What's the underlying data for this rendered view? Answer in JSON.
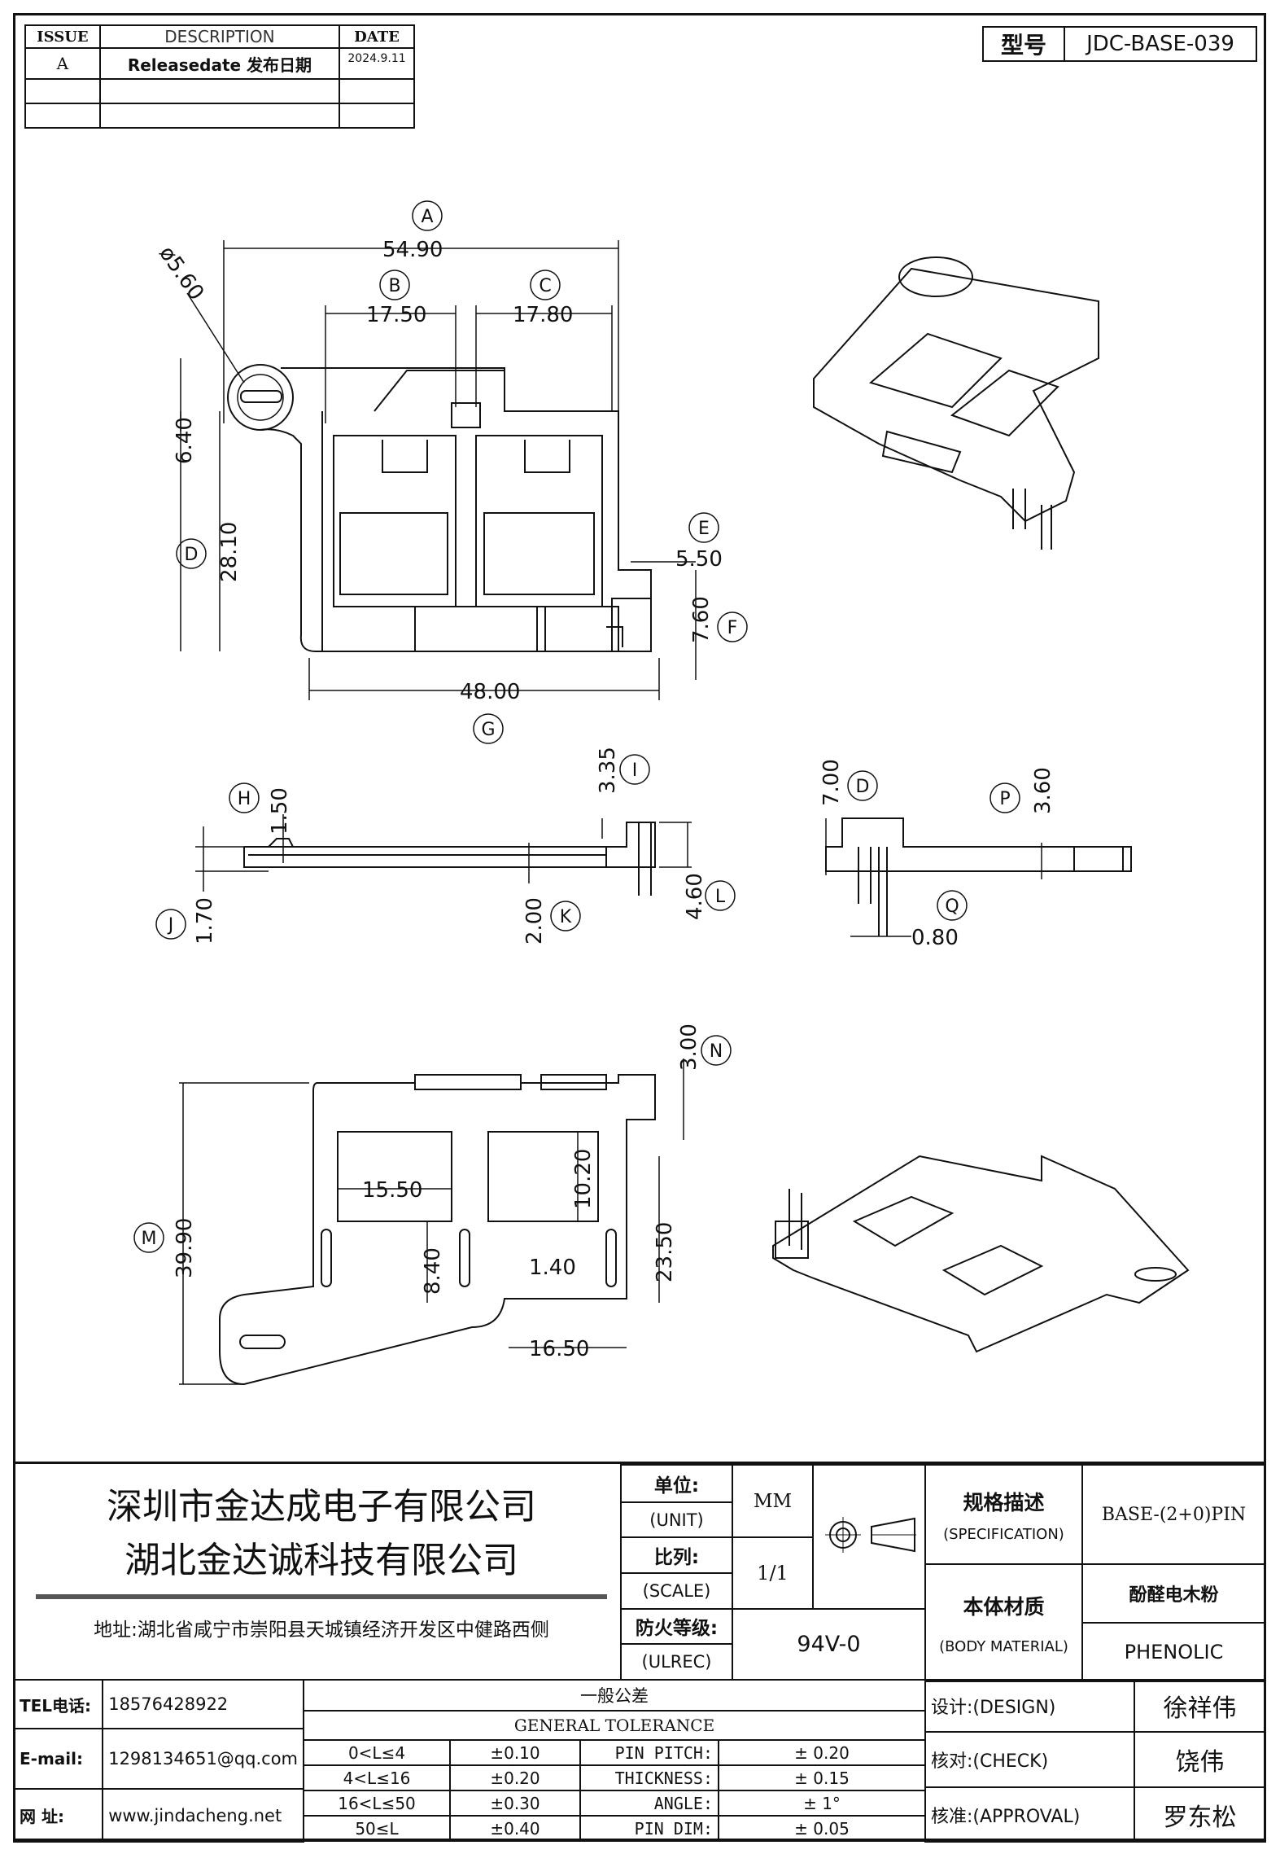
{
  "revision": {
    "headers": {
      "issue": "ISSUE",
      "description": "DESCRIPTION",
      "date": "DATE"
    },
    "rows": [
      {
        "issue": "A",
        "description": "Releasedate 发布日期",
        "date": "2024.9.11"
      },
      {
        "issue": "",
        "description": "",
        "date": ""
      },
      {
        "issue": "",
        "description": "",
        "date": ""
      }
    ]
  },
  "model": {
    "label": "型号",
    "value": "JDC-BASE-039"
  },
  "dimensions": {
    "A": "54.90",
    "B": "17.50",
    "C": "17.80",
    "D": "28.10",
    "E": "5.50",
    "F": "7.60",
    "G": "48.00",
    "H": "1.50",
    "I": "3.35",
    "J": "1.70",
    "K": "2.00",
    "L": "4.60",
    "M": "39.90",
    "N": "3.00",
    "O": "7.00",
    "P": "3.60",
    "Q": "0.80",
    "dia": "ø5.60",
    "pin_dia": "ø0.80",
    "d640": "6.40",
    "d1550": "15.50",
    "d1020": "10.20",
    "d2350": "23.50",
    "d840": "8.40",
    "d140": "1.40",
    "d1650": "16.50",
    "labels": [
      "A",
      "B",
      "C",
      "D",
      "E",
      "F",
      "G",
      "H",
      "I",
      "J",
      "K",
      "L",
      "M",
      "N",
      "D",
      "P",
      "Q"
    ]
  },
  "company": {
    "name1": "深圳市金达成电子有限公司",
    "name2": "湖北金达诚科技有限公司",
    "address": "地址:湖北省咸宁市崇阳县天城镇经济开发区中健路西侧"
  },
  "spec_block": {
    "unit_cn": "单位:",
    "unit_en": "(UNIT)",
    "unit_val": "MM",
    "scale_cn": "比列:",
    "scale_en": "(SCALE)",
    "scale_val": "1/1",
    "fire_cn": "防火等级:",
    "fire_en": "(ULREC)",
    "fire_val": "94V-0",
    "spec_cn": "规格描述",
    "spec_en": "(SPECIFICATION)",
    "spec_val": "BASE-(2+0)PIN",
    "mat_cn": "本体材质",
    "mat_en": "(BODY MATERIAL)",
    "mat_val_cn": "酚醛电木粉",
    "mat_val_en": "PHENOLIC"
  },
  "contact": {
    "tel_label": "TEL电话:",
    "tel": "18576428922",
    "email_label": "E-mail:",
    "email": "1298134651@qq.com",
    "web_label": "网  址:",
    "web": "www.jindacheng.net"
  },
  "tolerance": {
    "title_cn": "一般公差",
    "title_en": "GENERAL TOLERANCE",
    "rows": [
      {
        "range": "0<L≤4",
        "tol": "±0.10",
        "name": "PIN PITCH:",
        "val": "± 0.20"
      },
      {
        "range": "4<L≤16",
        "tol": "±0.20",
        "name": "THICKNESS:",
        "val": "± 0.15"
      },
      {
        "range": "16<L≤50",
        "tol": "±0.30",
        "name": "ANGLE:",
        "val": "± 1°"
      },
      {
        "range": "50≤L",
        "tol": "±0.40",
        "name": "PIN DIM:",
        "val": "± 0.05"
      }
    ]
  },
  "approval": {
    "design_label": "设计:(DESIGN)",
    "design": "徐祥伟",
    "check_label": "核对:(CHECK)",
    "check": "饶伟",
    "approve_label": "核准:(APPROVAL)",
    "approve": "罗东松"
  }
}
